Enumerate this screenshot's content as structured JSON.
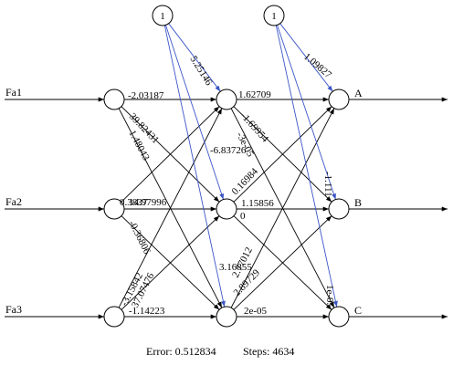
{
  "colors": {
    "black_edge": "#000000",
    "bias_edge": "#3a55c8",
    "node_fill": "#ffffff"
  },
  "inputs": [
    {
      "id": "in1",
      "label": "Fa1"
    },
    {
      "id": "in2",
      "label": "Fa2"
    },
    {
      "id": "in3",
      "label": "Fa3"
    }
  ],
  "outputs": [
    {
      "id": "out1",
      "label": "A"
    },
    {
      "id": "out2",
      "label": "B"
    },
    {
      "id": "out3",
      "label": "C"
    }
  ],
  "bias_nodes": [
    {
      "id": "b1",
      "label": "1"
    },
    {
      "id": "b2",
      "label": "1"
    }
  ],
  "edges": [
    {
      "from": "in1",
      "to": "h1",
      "weight": "-2.03187",
      "kind": "input"
    },
    {
      "from": "in1",
      "to": "h2",
      "weight": "39.82431",
      "kind": "input"
    },
    {
      "from": "in1",
      "to": "h3",
      "weight": "1.48043",
      "kind": "input"
    },
    {
      "from": "in2",
      "to": "h1",
      "weight": "0.3837",
      "kind": "input"
    },
    {
      "from": "in2",
      "to": "h2",
      "weight": "14.97996",
      "kind": "input"
    },
    {
      "from": "in2",
      "to": "h3",
      "weight": "-0.36806",
      "kind": "input"
    },
    {
      "from": "in3",
      "to": "h1",
      "weight": "-3.15842",
      "kind": "input"
    },
    {
      "from": "in3",
      "to": "h2",
      "weight": "37.07476",
      "kind": "input"
    },
    {
      "from": "in3",
      "to": "h3",
      "weight": "-1.14223",
      "kind": "input"
    },
    {
      "from": "b1",
      "to": "h1",
      "weight": "5.25146",
      "kind": "bias"
    },
    {
      "from": "b1",
      "to": "h2",
      "weight": "-6.83726",
      "kind": "bias"
    },
    {
      "from": "b1",
      "to": "h3",
      "weight": "3.16855",
      "kind": "bias"
    },
    {
      "from": "h1",
      "to": "o1",
      "weight": "1.62709",
      "kind": "hidden"
    },
    {
      "from": "h1",
      "to": "o2",
      "weight": "-1.69954",
      "kind": "hidden"
    },
    {
      "from": "h1",
      "to": "o3",
      "weight": "-3e-05",
      "kind": "hidden"
    },
    {
      "from": "h2",
      "to": "o1",
      "weight": "0.16984",
      "kind": "hidden"
    },
    {
      "from": "h2",
      "to": "o2",
      "weight": "1.15856",
      "kind": "hidden"
    },
    {
      "from": "h2",
      "to": "o3",
      "weight": "0",
      "kind": "hidden"
    },
    {
      "from": "h3",
      "to": "o1",
      "weight": "2.77012",
      "kind": "hidden"
    },
    {
      "from": "h3",
      "to": "o2",
      "weight": "2.89729",
      "kind": "hidden"
    },
    {
      "from": "h3",
      "to": "o3",
      "weight": "2e-05",
      "kind": "hidden"
    },
    {
      "from": "b2",
      "to": "o1",
      "weight": "1.09827",
      "kind": "bias"
    },
    {
      "from": "b2",
      "to": "o2",
      "weight": "-1.111",
      "kind": "bias"
    },
    {
      "from": "b2",
      "to": "o3",
      "weight": "1e-05",
      "kind": "bias"
    }
  ],
  "footer": {
    "error_text": "Error: 0.512834",
    "steps_text": "Steps: 4634"
  }
}
